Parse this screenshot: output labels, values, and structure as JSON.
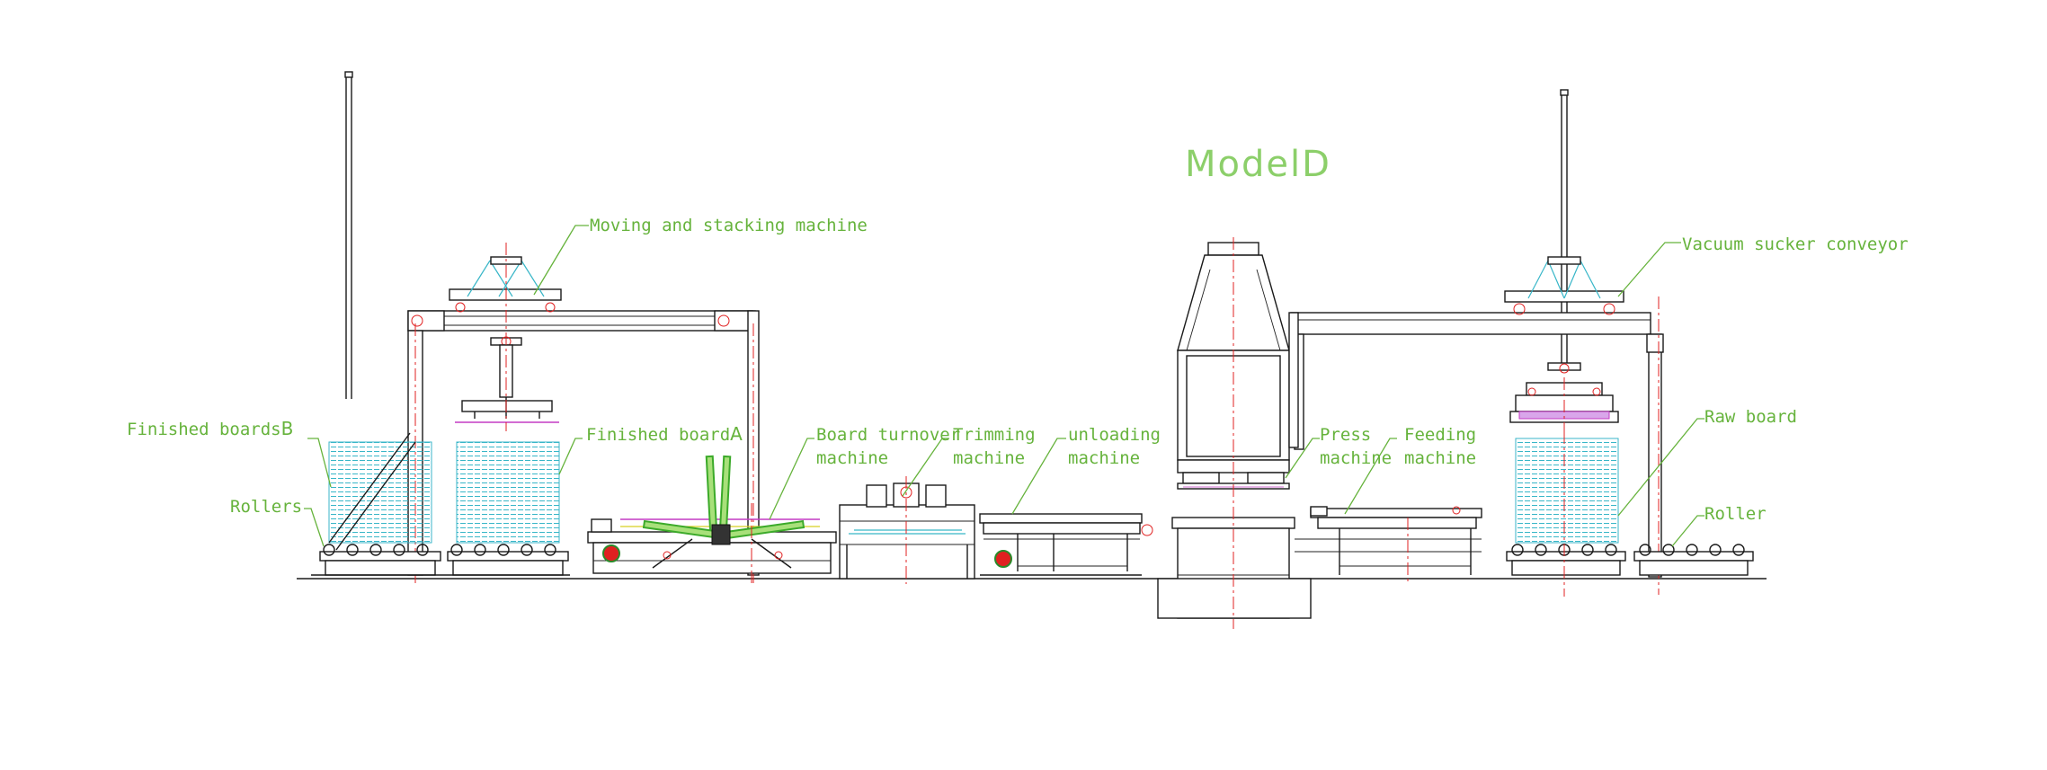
{
  "title": "ModelD",
  "labels": {
    "moving_stacking": "Moving and stacking machine",
    "vacuum_sucker": "Vacuum sucker conveyor",
    "finished_boards_b": "Finished boards",
    "finished_boards_b_suffix": "B",
    "finished_board_a": "Finished board",
    "finished_board_a_suffix": "A",
    "rollers_left": "Rollers",
    "board_turnover_1": "Board turnover",
    "board_turnover_2": "machine",
    "trimming_1": "Trimming",
    "trimming_2": "machine",
    "unloading_1": "unloading",
    "unloading_2": "machine",
    "press_1": "Press",
    "press_2": "machine",
    "feeding_1": "Feeding",
    "feeding_2": "machine",
    "raw_board": "Raw board",
    "roller_right": "Roller"
  },
  "colors": {
    "label": "#66b33c",
    "title": "#8ccf6a",
    "outline": "#1a1a1a",
    "centerline": "#e02020",
    "board_stack": "#38b6c8",
    "turnover_arm": "#3caa2a",
    "pad": "#c43bc4"
  }
}
